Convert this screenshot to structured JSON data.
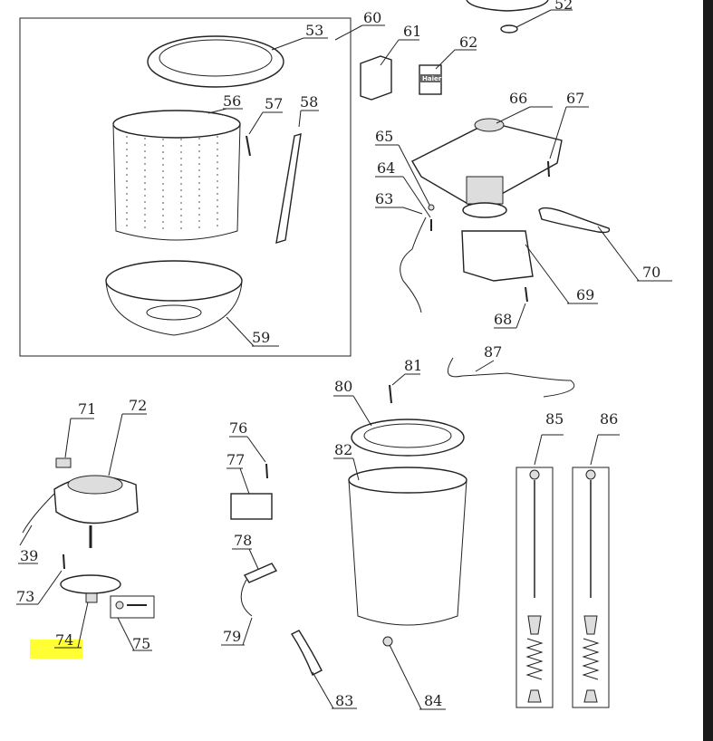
{
  "diagram": {
    "title": "Washing machine exploded parts view",
    "highlight_color": "#ffff33",
    "highlighted_part": "74",
    "brand_on_part_62": "Haier",
    "parts": {
      "p39": "39",
      "p52": "52",
      "p53": "53",
      "p56": "56",
      "p57": "57",
      "p58": "58",
      "p59": "59",
      "p60": "60",
      "p61": "61",
      "p62": "62",
      "p63": "63",
      "p64": "64",
      "p65": "65",
      "p66": "66",
      "p67": "67",
      "p68": "68",
      "p69": "69",
      "p70": "70",
      "p71": "71",
      "p72": "72",
      "p73": "73",
      "p74": "74",
      "p75": "75",
      "p76": "76",
      "p77": "77",
      "p78": "78",
      "p79": "79",
      "p80": "80",
      "p81": "81",
      "p82": "82",
      "p83": "83",
      "p84": "84",
      "p85": "85",
      "p86": "86",
      "p87": "87"
    }
  }
}
